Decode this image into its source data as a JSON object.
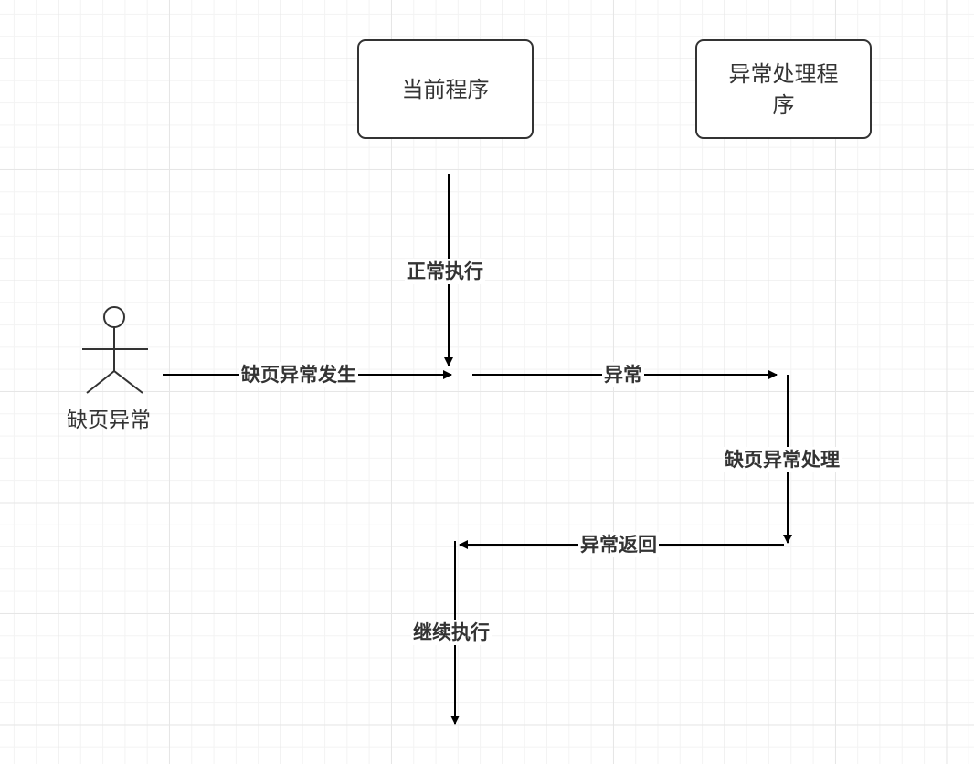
{
  "participants": {
    "current_program": "当前程序",
    "handler": "异常处理程序"
  },
  "actor": {
    "label": "缺页异常"
  },
  "messages": {
    "normal_execution": "正常执行",
    "page_fault_occurs": "缺页异常发生",
    "exception": "异常",
    "page_fault_handling": "缺页异常处理",
    "exception_return": "异常返回",
    "continue_execution": "继续执行"
  },
  "colors": {
    "stroke": "#333333",
    "arrow": "#000000",
    "background": "#ffffff",
    "grid": "#e6e6e6"
  }
}
